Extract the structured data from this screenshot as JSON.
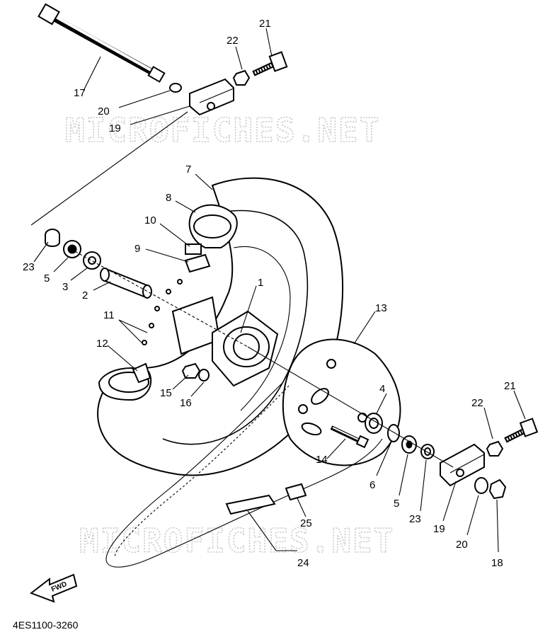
{
  "diagram": {
    "watermark_top": "MICROFICHES.NET",
    "watermark_bottom": "MICROFICHES.NET",
    "diagram_code": "4ES1100-3260",
    "fwd_label": "FWD",
    "callouts": {
      "c1": "1",
      "c2": "2",
      "c3": "3",
      "c4": "4",
      "c5a": "5",
      "c5b": "5",
      "c6": "6",
      "c7": "7",
      "c8": "8",
      "c9": "9",
      "c10": "10",
      "c11": "11",
      "c12": "12",
      "c13": "13",
      "c14": "14",
      "c15": "15",
      "c16": "16",
      "c17": "17",
      "c18": "18",
      "c19a": "19",
      "c19b": "19",
      "c20a": "20",
      "c20b": "20",
      "c21a": "21",
      "c21b": "21",
      "c22a": "22",
      "c22b": "22",
      "c23a": "23",
      "c23b": "23",
      "c24": "24",
      "c25": "25"
    }
  }
}
